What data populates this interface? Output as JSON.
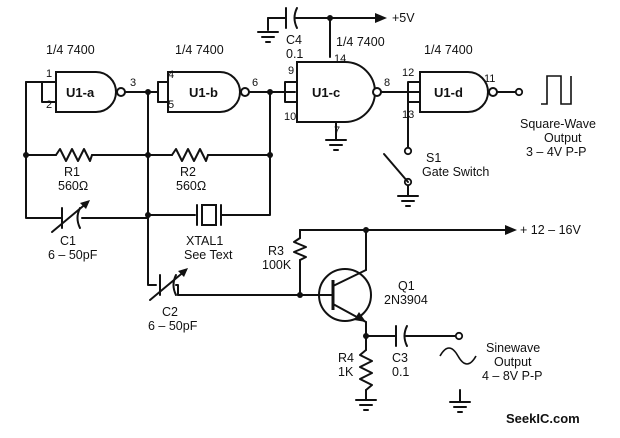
{
  "gates": {
    "u1a": {
      "type": "1/4 7400",
      "name": "U1-a",
      "pin_in1": "1",
      "pin_in2": "2",
      "pin_out": "3"
    },
    "u1b": {
      "type": "1/4 7400",
      "name": "U1-b",
      "pin_in1": "4",
      "pin_in2": "5",
      "pin_out": "6"
    },
    "u1c": {
      "type": "1/4 7400",
      "name": "U1-c",
      "pin_in1": "9",
      "pin_in2": "10",
      "pin_out": "8",
      "pin_vcc": "14",
      "pin_gnd": "7"
    },
    "u1d": {
      "type": "1/4 7400",
      "name": "U1-d",
      "pin_in1": "12",
      "pin_in2": "13",
      "pin_out": "11"
    }
  },
  "supply": {
    "v5": "+5V",
    "v12": "+ 12 – 16V"
  },
  "components": {
    "c4": {
      "name": "C4",
      "value": "0.1"
    },
    "r1": {
      "name": "R1",
      "value": "560Ω"
    },
    "r2": {
      "name": "R2",
      "value": "560Ω"
    },
    "c1": {
      "name": "C1",
      "value": "6 – 50pF"
    },
    "xtal1": {
      "name": "XTAL1",
      "value": "See Text"
    },
    "r3": {
      "name": "R3",
      "value": "100K"
    },
    "q1": {
      "name": "Q1",
      "value": "2N3904"
    },
    "c2": {
      "name": "C2",
      "value": "6 – 50pF"
    },
    "r4": {
      "name": "R4",
      "value": "1K"
    },
    "c3": {
      "name": "C3",
      "value": "0.1"
    },
    "s1": {
      "name": "S1",
      "value": "Gate Switch"
    }
  },
  "outputs": {
    "square": {
      "line1": "Square-Wave",
      "line2": "Output",
      "line3": "3 – 4V P-P"
    },
    "sine": {
      "line1": "Sinewave",
      "line2": "Output",
      "line3": "4 – 8V P-P"
    }
  },
  "watermark": "SeekIC.com"
}
